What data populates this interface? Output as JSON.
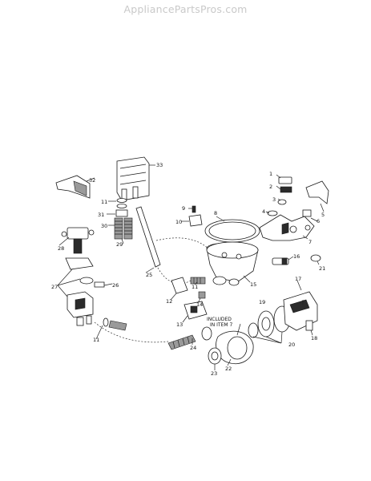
{
  "header": {
    "watermark": "AppliancePartsPros.com"
  },
  "diagram": {
    "labels": [
      "1",
      "2",
      "3",
      "4",
      "5",
      "6",
      "7",
      "8",
      "9",
      "10",
      "11",
      "12",
      "13",
      "14",
      "15",
      "16",
      "17",
      "18",
      "19",
      "20",
      "21",
      "22",
      "23",
      "24",
      "25",
      "26",
      "27",
      "28",
      "29",
      "30",
      "31",
      "32",
      "33"
    ],
    "note": [
      "INCLUDED",
      "IN ITEM 7"
    ]
  }
}
